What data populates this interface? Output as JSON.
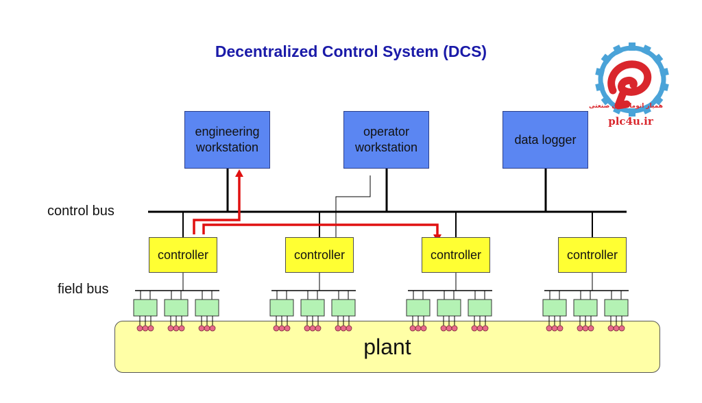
{
  "title": "Decentralized Control System (DCS)",
  "labels": {
    "control_bus": "control bus",
    "field_bus": "field bus",
    "plant": "plant"
  },
  "workstations": {
    "engineering": "engineering workstation",
    "operator": "operator workstation",
    "logger": "data logger"
  },
  "controllers": [
    "controller",
    "controller",
    "controller",
    "controller"
  ],
  "logo": {
    "text": "plc4u.ir",
    "subtitle": "همیار اتوماسیون صنعتی"
  },
  "colors": {
    "title": "#1a1aa8",
    "workstation": "#5b86f2",
    "controller": "#ffff33",
    "io_module": "#b4f2b4",
    "sensor": "#e86a8a",
    "plant": "#ffffa6",
    "signal_path": "#e01010",
    "logo_red": "#d9262c",
    "logo_gear": "#4aa3d8"
  }
}
